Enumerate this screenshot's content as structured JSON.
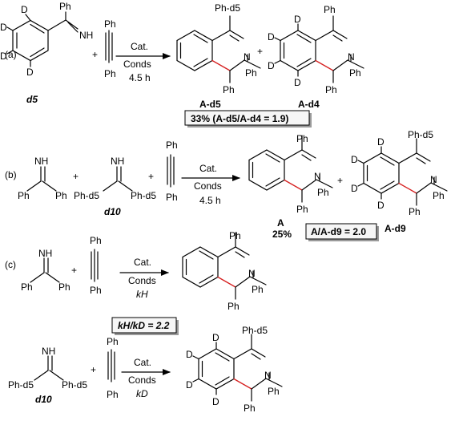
{
  "panels": {
    "a": {
      "label": "(a)",
      "compound_label": "d5",
      "reagents": [
        "Cat.",
        "Conds",
        "4.5 h"
      ],
      "product_labels": [
        "A-d5",
        "A-d4"
      ],
      "result_box": "33% (A-d5/A-d4 = 1.9)"
    },
    "b": {
      "label": "(b)",
      "compound_label": "d10",
      "reagents": [
        "Cat.",
        "Conds",
        "4.5 h"
      ],
      "product_labels": [
        "A",
        "A-d9"
      ],
      "yield": "25%",
      "result_box": "A/A-d9 = 2.0"
    },
    "c": {
      "label": "(c)",
      "reagents_h": [
        "Cat.",
        "Conds",
        "kH"
      ],
      "kie_box": "kH/kD = 2.2",
      "compound_label": "d10",
      "reagents_d": [
        "Cat.",
        "Conds",
        "kD"
      ]
    }
  },
  "atoms": {
    "D": "D",
    "N": "N",
    "NH": "NH",
    "Ph": "Ph",
    "Ph_d5": "Ph-d5",
    "plus": "+"
  },
  "colors": {
    "new_bond": "#d62020",
    "box_fill": "#f6f6f6",
    "box_shadow": "#9a9a9a"
  }
}
